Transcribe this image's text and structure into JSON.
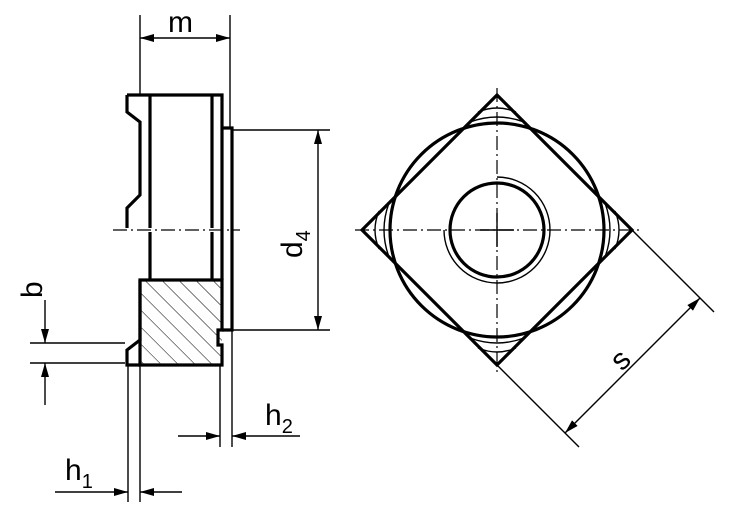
{
  "labels": {
    "m": "m",
    "d": "d",
    "d_sub": "4",
    "b": "b",
    "h2": "h",
    "h2_sub": "2",
    "h1": "h",
    "h1_sub": "1",
    "s": "s"
  }
}
